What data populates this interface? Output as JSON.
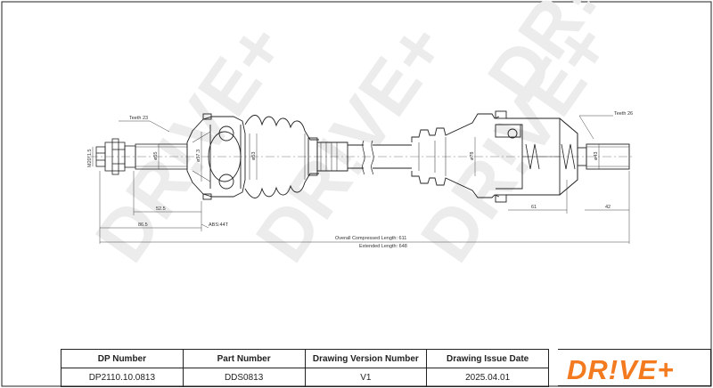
{
  "drawing": {
    "labels": {
      "teeth_left": "Teeth 23",
      "teeth_right": "Teeth 26",
      "spline_dia": "M20*1.5",
      "dia_55": "ø55",
      "dia_57": "ø57.3",
      "dia_53": "ø53",
      "dia_78": "ø78",
      "dia_43": "ø43",
      "len_52": "52.5",
      "len_86": "86.5",
      "abs": "ABS:44T",
      "len_61": "61",
      "len_42": "42",
      "overall": "Overall  Compressed  Length: 611",
      "extended": "Extended  Length: 648"
    },
    "watermark": "DR!VE+"
  },
  "title_block": {
    "headers": [
      "DP Number",
      "Part Number",
      "Drawing Version Number",
      "Drawing Issue Date"
    ],
    "values": [
      "DP2110.10.0813",
      "DDS0813",
      "V1",
      "2025.04.01"
    ]
  },
  "brand": {
    "logo_text": "DR!VE+",
    "colors": {
      "logo": "#f47a20",
      "line": "#222222",
      "watermark": "#ececec"
    }
  }
}
